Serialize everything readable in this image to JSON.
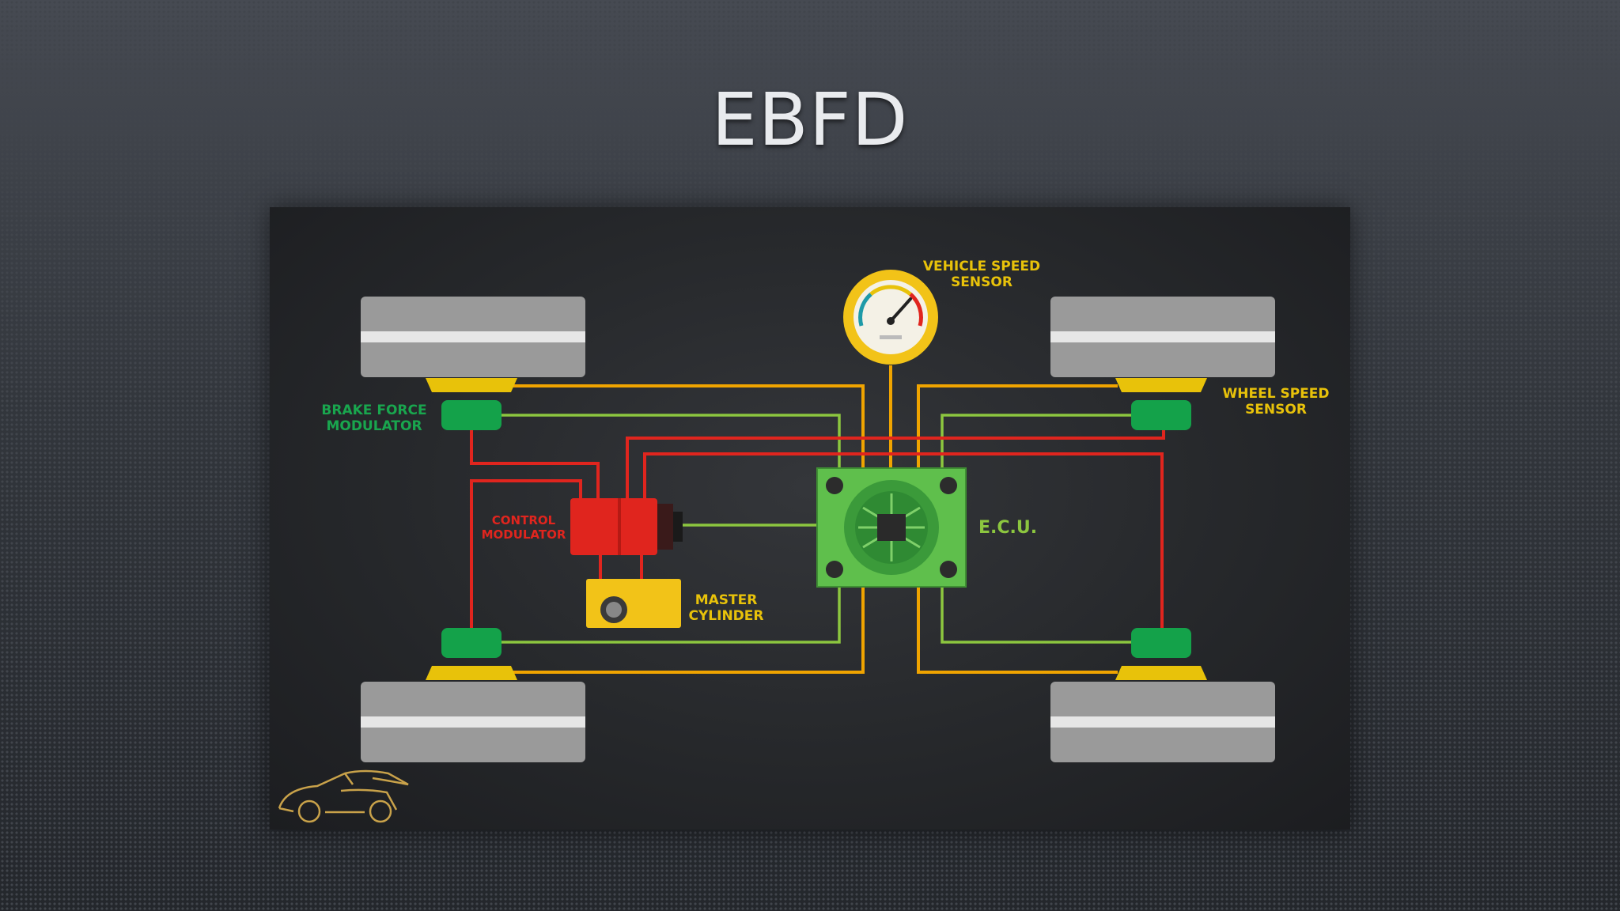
{
  "title": "EBFD",
  "diagram": {
    "labels": {
      "vehicle_speed_sensor_line1": "VEHICLE SPEED",
      "vehicle_speed_sensor_line2": "SENSOR",
      "brake_force_modulator_line1": "BRAKE FORCE",
      "brake_force_modulator_line2": "MODULATOR",
      "wheel_speed_sensor_line1": "WHEEL SPEED",
      "wheel_speed_sensor_line2": "SENSOR",
      "control_modulator_line1": "CONTROL",
      "control_modulator_line2": "MODULATOR",
      "master_cylinder_line1": "MASTER",
      "master_cylinder_line2": "CYLINDER",
      "ecu": "E.C.U."
    },
    "colors": {
      "wheel": "#9a9a9a",
      "wheel_stripe": "#e6e6e6",
      "sensor_yellow": "#e8c20a",
      "modulator_green": "#14a24a",
      "ecu_green": "#5fbf4c",
      "brake_line_red": "#e0251e",
      "signal_orange": "#f0a400",
      "signal_green": "#8cc63f",
      "label_green": "#19a64e",
      "label_yellow": "#e8c20a",
      "label_red": "#e0251e",
      "gauge_yellow": "#f2c318"
    },
    "icons": [
      "speedometer-icon",
      "circuit-chip-icon",
      "car-logo-icon"
    ]
  }
}
